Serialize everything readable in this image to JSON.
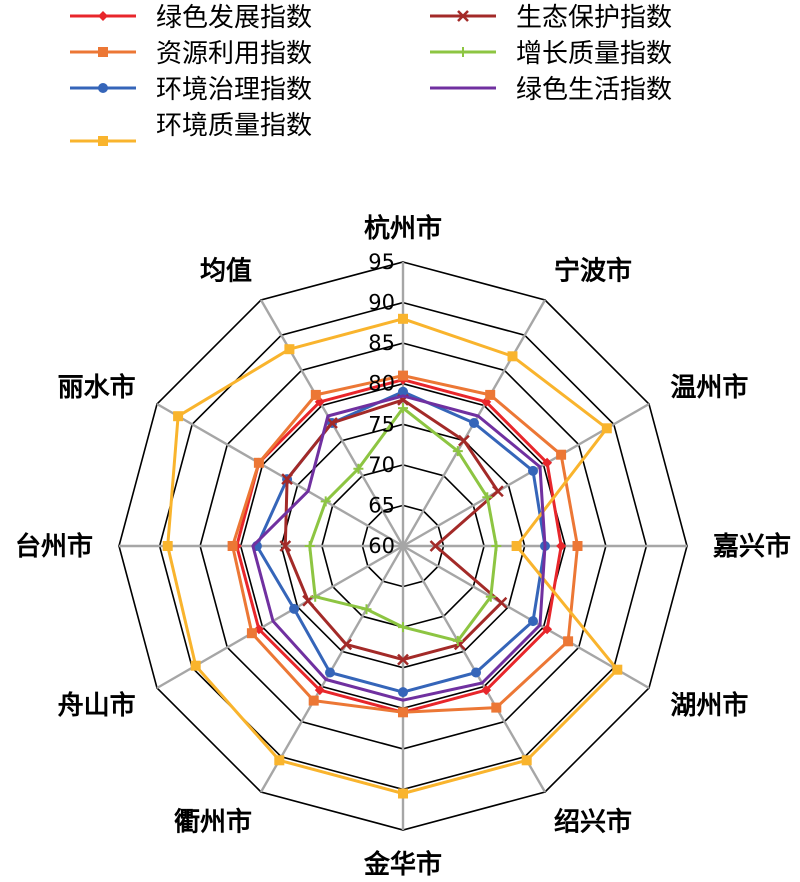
{
  "chart_data": {
    "type": "radar",
    "title": "",
    "categories": [
      "杭州市",
      "宁波市",
      "温州市",
      "嘉兴市",
      "湖州市",
      "绍兴市",
      "金华市",
      "衢州市",
      "舟山市",
      "台州市",
      "丽水市",
      "均值"
    ],
    "rlim": [
      60,
      95
    ],
    "ticks": [
      60,
      65,
      70,
      75,
      80,
      85,
      90,
      95
    ],
    "grid": true,
    "legend": {
      "placement": "top",
      "columns": 2
    },
    "series": [
      {
        "name": "绿色发展指数",
        "color": "#e8262b",
        "marker": "diamond",
        "values": [
          80.5,
          80.5,
          80.5,
          79.5,
          80.5,
          80.5,
          80.5,
          80.5,
          80.5,
          80.5,
          80.5,
          80.5
        ]
      },
      {
        "name": "资源利用指数",
        "color": "#ec7735",
        "marker": "square",
        "values": [
          81,
          81.5,
          82.5,
          81.5,
          83.5,
          83,
          80.5,
          82,
          81.5,
          81,
          80.5,
          81.5
        ]
      },
      {
        "name": "环境治理指数",
        "color": "#3565b9",
        "marker": "circle",
        "values": [
          79,
          77.5,
          78.5,
          77.5,
          78.5,
          78,
          78,
          78,
          75.5,
          78,
          76.5,
          77.5
        ]
      },
      {
        "name": "环境质量指数",
        "color": "#f9b42d",
        "marker": "square",
        "values": [
          88,
          87,
          89,
          74,
          90.5,
          90.5,
          90.5,
          90.5,
          89.5,
          89,
          92,
          88
        ]
      },
      {
        "name": "生态保护指数",
        "color": "#a32a28",
        "marker": "x",
        "values": [
          78,
          75,
          73.5,
          64,
          74,
          74,
          74,
          74,
          73.5,
          74.5,
          76.5,
          77.5
        ]
      },
      {
        "name": "增长质量指数",
        "color": "#8dc542",
        "marker": "plus",
        "values": [
          77,
          73.5,
          72,
          71.5,
          72.5,
          73.5,
          70,
          69,
          72.5,
          71.5,
          71,
          71
        ]
      },
      {
        "name": "绿色生活指数",
        "color": "#7030a0",
        "marker": "none",
        "values": [
          78.5,
          78.5,
          79.5,
          77.5,
          79.5,
          79.5,
          79,
          79,
          78.5,
          78.5,
          73.5,
          78.5
        ]
      }
    ]
  }
}
